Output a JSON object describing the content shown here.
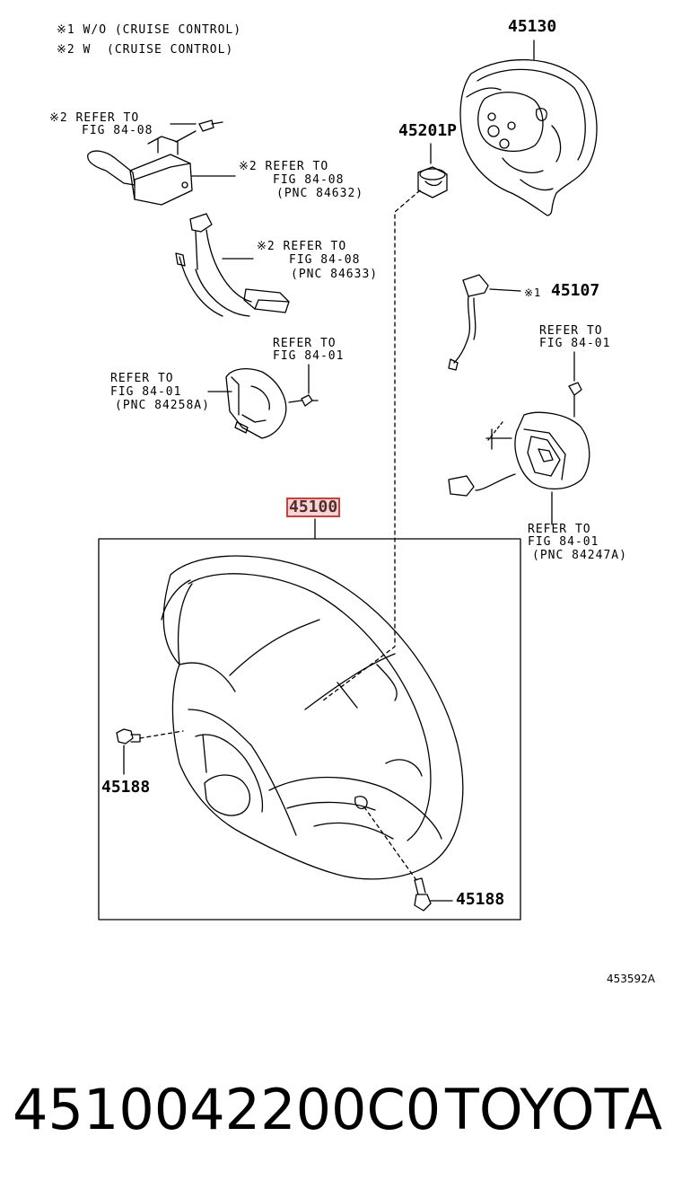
{
  "legend": {
    "line1": "※1 W/O (CRUISE CONTROL)",
    "line2": "※2 W  (CRUISE CONTROL)"
  },
  "parts": {
    "p45130": "45130",
    "p45201p": "45201P",
    "p45107": "45107",
    "p45107_mark": "※1",
    "p45100": "45100",
    "p45188_left": "45188",
    "p45188_right": "45188"
  },
  "refs": {
    "r1_a": "※2 REFER TO",
    "r1_b": "FIG 84-08",
    "r2_a": "※2 REFER TO",
    "r2_b": "FIG 84-08",
    "r2_c": "(PNC 84632)",
    "r3_a": "※2 REFER TO",
    "r3_b": "FIG 84-08",
    "r3_c": "(PNC 84633)",
    "r4_a": "REFER TO",
    "r4_b": "FIG 84-01",
    "r5_a": "REFER TO",
    "r5_b": "FIG 84-01",
    "r5_c": "(PNC 84258A)",
    "r6_a": "REFER TO",
    "r6_b": "FIG 84-01",
    "r7_a": "REFER TO",
    "r7_b": "FIG 84-01",
    "r7_c": "(PNC 84247A)"
  },
  "drawing_id": "453592A",
  "footer": {
    "part_number": "4510042200C0",
    "brand": "TOYOTA"
  },
  "colors": {
    "highlight_fill": "#f3d6d6",
    "highlight_border": "#d63b3b"
  }
}
